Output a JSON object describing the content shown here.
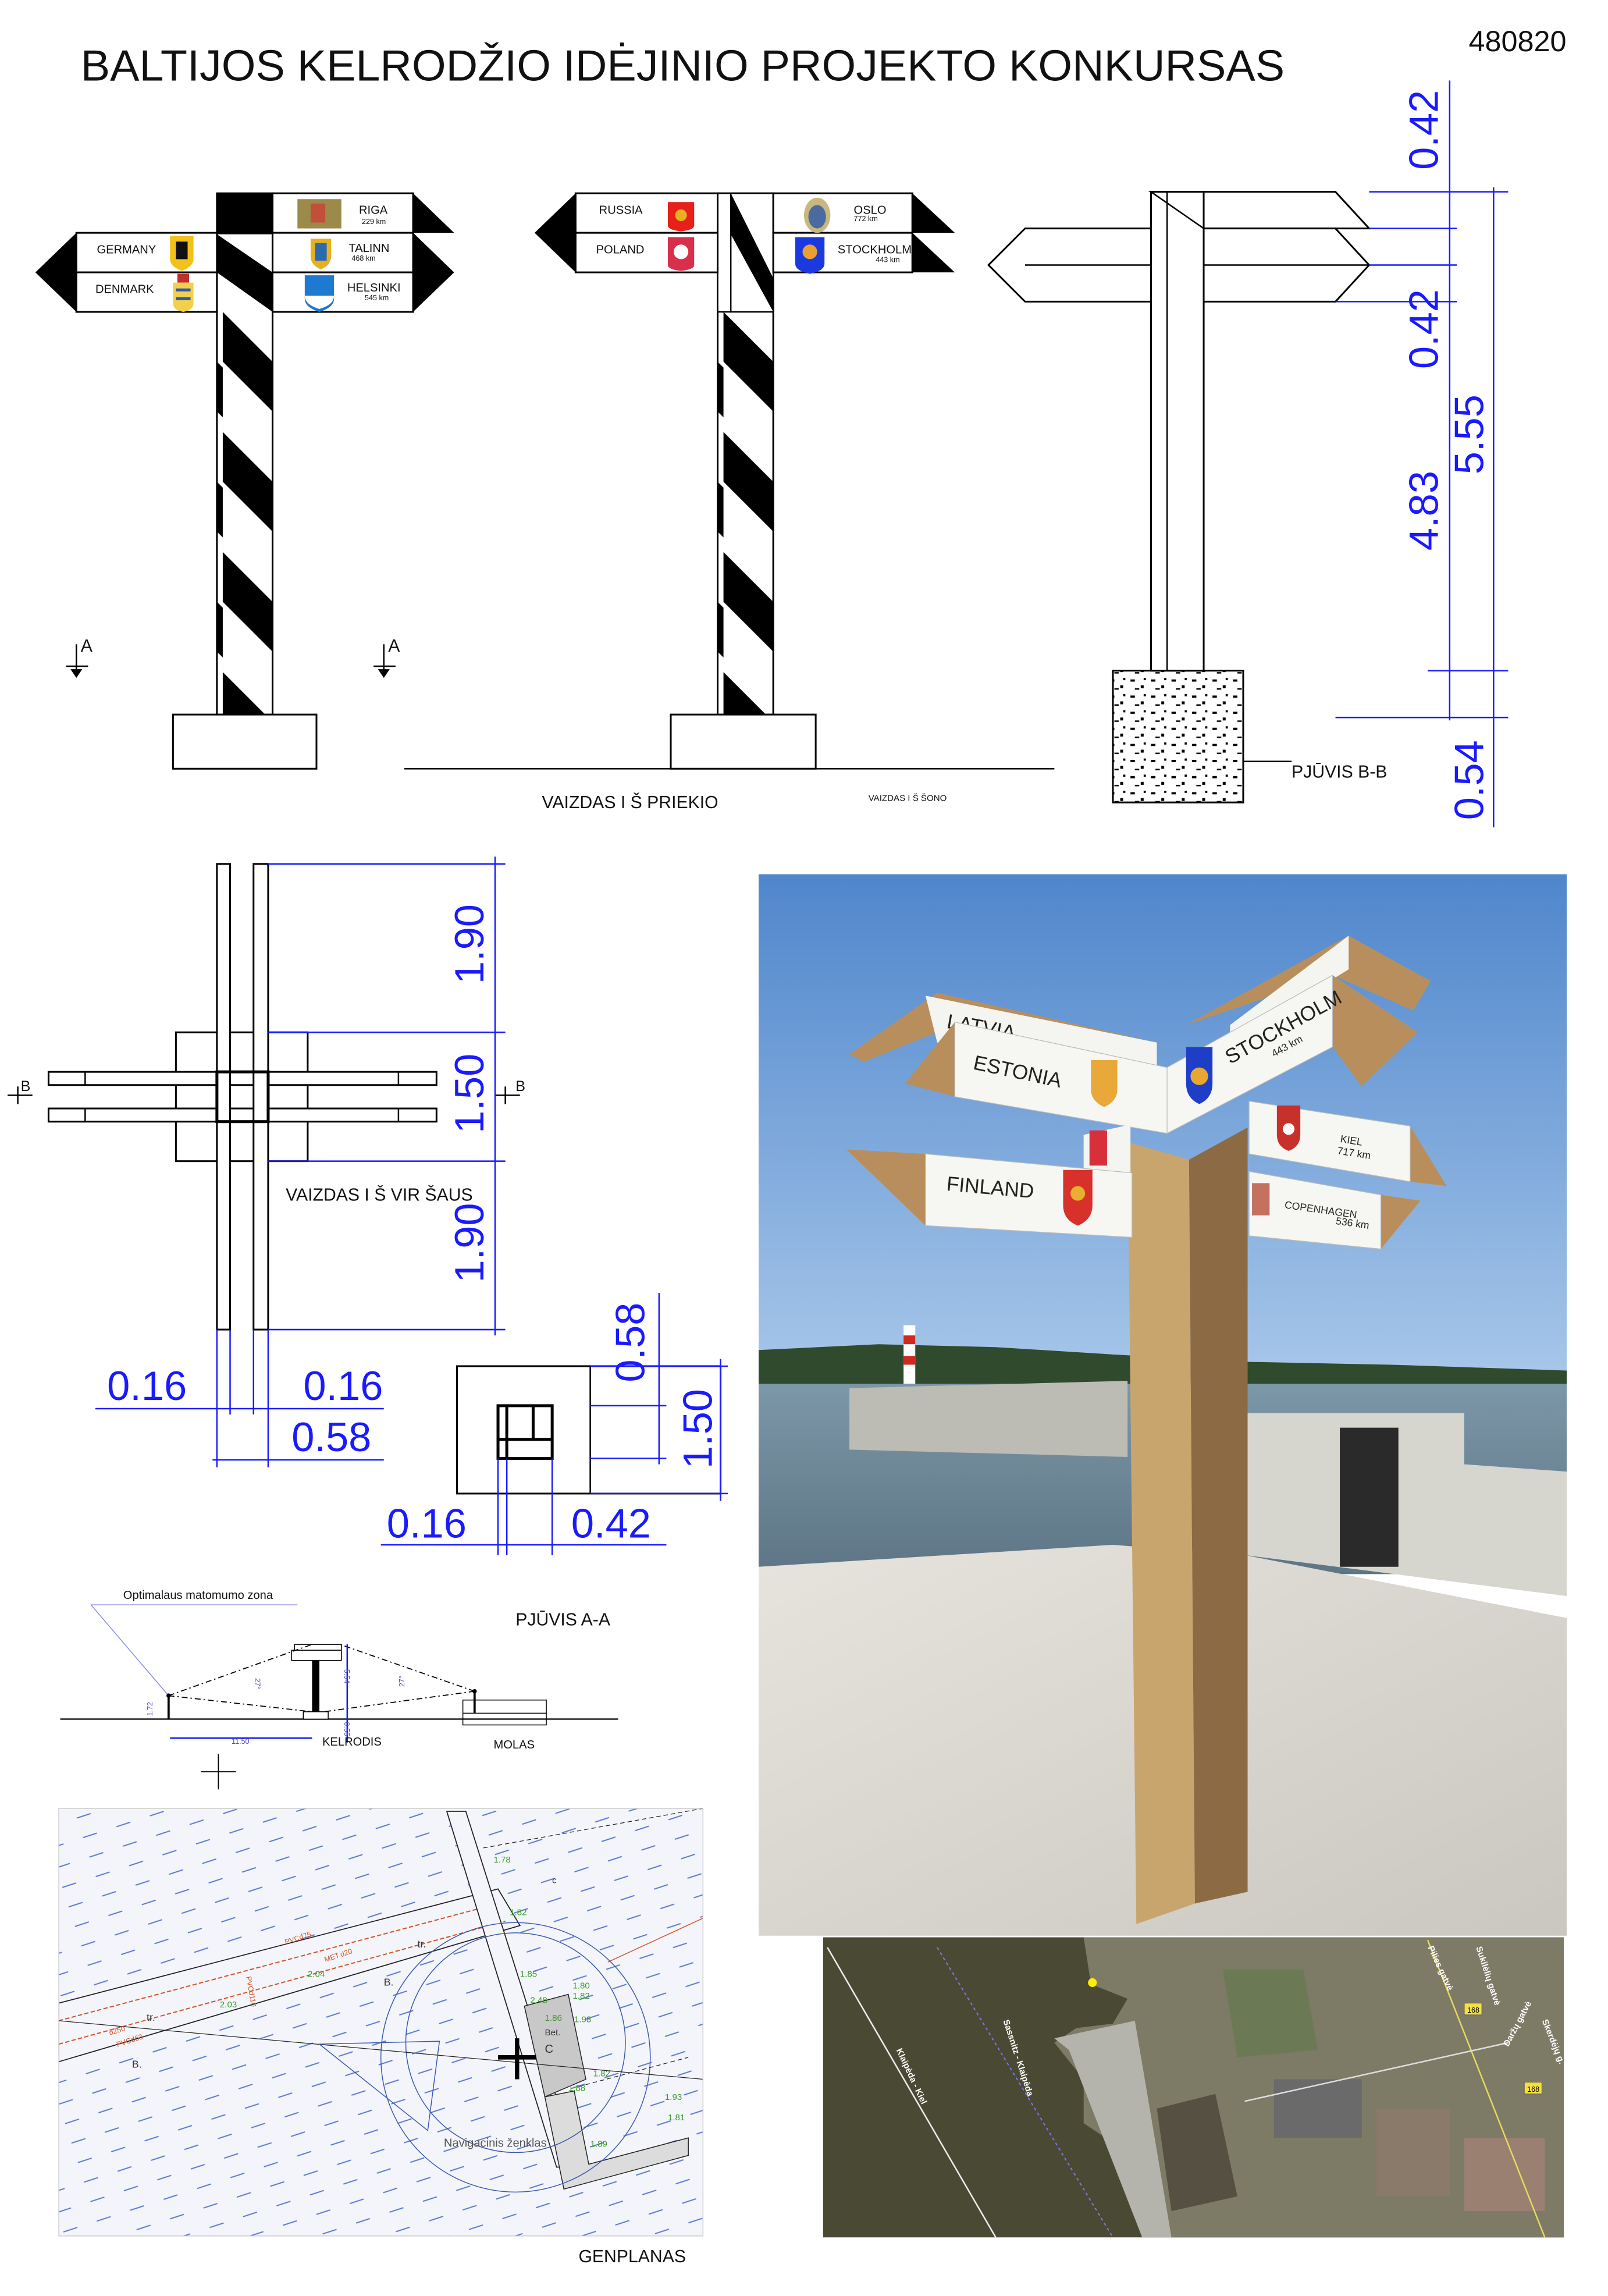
{
  "title": "BALTIJOS KELRODŽIO IDĖJINIO PROJEKTO KONKURSAS",
  "code": "480820",
  "front_view_1": {
    "right_signs": [
      {
        "label": "RIGA",
        "distance": "229 km"
      },
      {
        "label": "TALINN",
        "distance": "468 km"
      },
      {
        "label": "HELSINKI",
        "distance": "545 km"
      }
    ],
    "left_signs": [
      {
        "label": "GERMANY"
      },
      {
        "label": "DENMARK"
      }
    ],
    "section_marker": "A"
  },
  "front_view_2": {
    "left_signs": [
      {
        "label": "RUSSIA"
      },
      {
        "label": "POLAND"
      }
    ],
    "right_signs": [
      {
        "label": "OSLO",
        "distance": "772 km"
      },
      {
        "label": "STOCKHOLM",
        "distance": "443 km"
      }
    ],
    "section_marker": "A"
  },
  "labels": {
    "front": "VAIZDAS I Š PRIEKIO",
    "side": "VAIZDAS I Š ŠONO",
    "section_bb": "PJŪVIS  B-B",
    "top": "VAIZDAS I Š VIR ŠAUS",
    "section_aa": "PJŪVIS A-A",
    "genplan": "GENPLANAS",
    "section_marker_b": "B"
  },
  "section_bb_dims": {
    "top_arm": "0.42",
    "second_arm": "0.42",
    "post": "4.83",
    "total": "5.55",
    "foundation": "0.54"
  },
  "top_view_dims": {
    "upper": "1.90",
    "middle": "1.50",
    "lower": "1.90",
    "left_board": "0.16",
    "right_board": "0.16",
    "width": "0.58"
  },
  "section_aa_dims": {
    "height_top": "0.58",
    "height": "1.50",
    "left": "0.16",
    "right": "0.42"
  },
  "sight_diagram": {
    "zone_label": "Optimalaus matomumo zona",
    "angle_left": "27°",
    "angle_right": "27°",
    "height": "5.54",
    "eye_height": "1.72",
    "base": "0.55",
    "distance": "11.50",
    "sign_label": "KELRODIS",
    "pier_label": "MOLAS"
  },
  "photo_signs": {
    "latvia": "LATVIA",
    "estonia": "ESTONIA",
    "stockholm": "STOCKHOLM",
    "stockholm_km": "443 km",
    "kiel": "KIEL",
    "kiel_km": "717 km",
    "copenhagen": "COPENHAGEN",
    "copenhagen_km": "536 km",
    "finland": "FINLAND"
  },
  "map": {
    "route1": "Klaipėda - Kiel",
    "route2": "Sassnitz - Klaipėda",
    "street1": "Pilies gatvė",
    "street2": "Sukilėlių gatvė",
    "street3": "Daržų gatvė",
    "street4": "Skerdėjų g.",
    "road_number": "168"
  },
  "genplan": {
    "nav_label": "Navigacinis ženklas",
    "tr": "tr.",
    "b": "B.",
    "bet": "Bet.",
    "c_upper": "C",
    "c_lower": "c",
    "elevations": [
      "1.78",
      "1.82",
      "1.85",
      "2.48",
      "1.86",
      "1.80",
      "1.82",
      "1.98",
      "1.82",
      "1.88",
      "1.89",
      "1.93",
      "1.81",
      "2.04",
      "2.03"
    ],
    "pipes": [
      "PVCd110",
      "PVCd75",
      "MET.d20",
      "d250",
      "PVCd63"
    ]
  }
}
